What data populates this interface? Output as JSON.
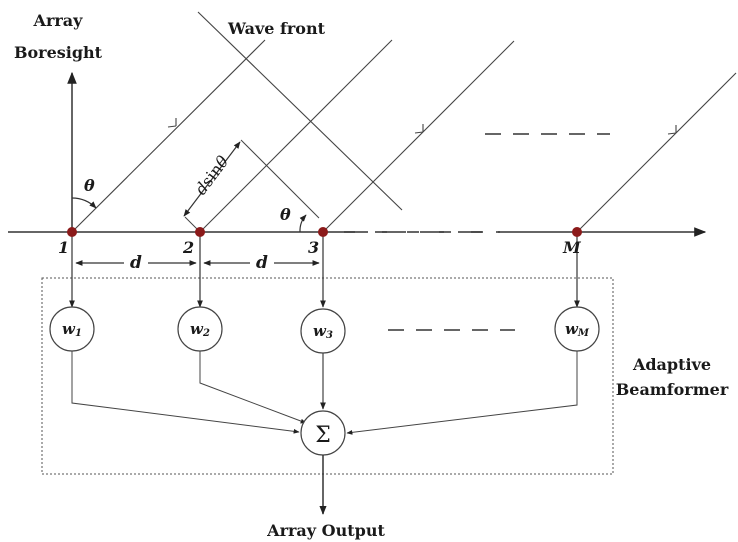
{
  "labels": {
    "boresight_line1": "Array",
    "boresight_line2": "Boresight",
    "wave_front": "Wave front",
    "theta": "θ",
    "dsin_d": "d",
    "dsin_rest": "sin",
    "dsin_theta": "θ",
    "d": "d",
    "adaptive_line1": "Adaptive",
    "adaptive_line2": "Beamformer",
    "output": "Array Output",
    "sum": "Σ"
  },
  "elements": [
    {
      "index": "1",
      "weight": "w",
      "weight_sub": "1"
    },
    {
      "index": "2",
      "weight": "w",
      "weight_sub": "2"
    },
    {
      "index": "3",
      "weight": "w",
      "weight_sub": "3"
    },
    {
      "index": "M",
      "weight": "w",
      "weight_sub": "M"
    }
  ],
  "colors": {
    "line": "#333333",
    "node": "#8b1a1a",
    "box": "#555555"
  }
}
